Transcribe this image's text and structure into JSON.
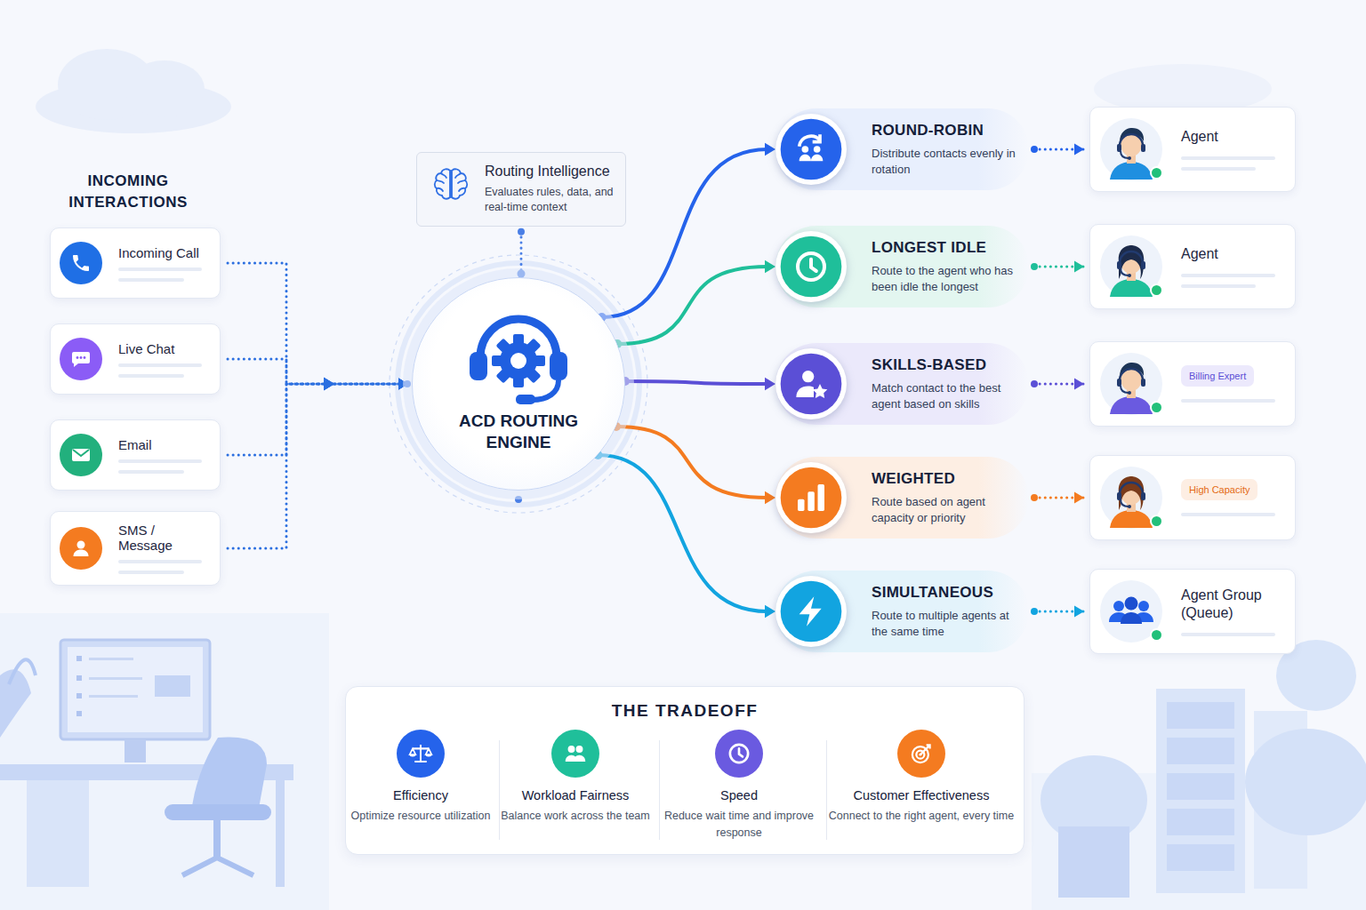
{
  "diagram": {
    "nodes": [
      {
        "text": [
          "Incoming Call"
        ]
      },
      {
        "text": [
          "Live Chat"
        ]
      },
      {
        "text": [
          "Email"
        ]
      },
      {
        "text": [
          "SMS / Message"
        ]
      },
      {
        "text": [
          "Routing Intelligence",
          "Evaluates rules, data, and real-time context"
        ]
      },
      {
        "text": [
          "ACD ROUTING ENGINE"
        ]
      },
      {
        "text": [
          "ROUND-ROBIN",
          "Distribute contacts evenly in rotation"
        ]
      },
      {
        "text": [
          "LONGEST IDLE",
          "Route to the agent who has been idle the longest"
        ]
      },
      {
        "text": [
          "SKILLS-BASED",
          "Match contact to the best agent based on skills"
        ]
      },
      {
        "text": [
          "WEIGHTED",
          "Route based on agent capacity or priority"
        ]
      },
      {
        "text": [
          "SIMULTANEOUS",
          "Route to multiple agents at the same time"
        ]
      },
      {
        "text": [
          "Agent"
        ]
      },
      {
        "text": [
          "Agent"
        ]
      },
      {
        "text": [
          "Billing Expert"
        ]
      },
      {
        "text": [
          "High Capacity"
        ]
      },
      {
        "text": [
          "Agent Group (Queue)"
        ]
      },
      {
        "text": [
          "THE TRADEOFF"
        ]
      },
      {
        "text": [
          "Efficiency",
          "Optimize resource utilization"
        ],
        "in": 16
      },
      {
        "text": [
          "Workload Fairness",
          "Balance work across the team"
        ],
        "in": 16
      },
      {
        "text": [
          "Speed",
          "Reduce wait time and improve response"
        ],
        "in": 16
      },
      {
        "text": [
          "Customer Effectiveness",
          "Connect to the right agent, every time"
        ],
        "in": 16
      }
    ],
    "edges": [
      {
        "from": 0,
        "to": 5,
        "arrow": "to"
      },
      {
        "from": 1,
        "to": 5,
        "arrow": "to"
      },
      {
        "from": 2,
        "to": 5,
        "arrow": "to"
      },
      {
        "from": 3,
        "to": 5,
        "arrow": "to"
      },
      {
        "from": 4,
        "to": 5,
        "arrow": "none"
      },
      {
        "from": 5,
        "to": 6,
        "arrow": "to"
      },
      {
        "from": 5,
        "to": 7,
        "arrow": "to"
      },
      {
        "from": 5,
        "to": 8,
        "arrow": "to"
      },
      {
        "from": 5,
        "to": 9,
        "arrow": "to"
      },
      {
        "from": 5,
        "to": 10,
        "arrow": "to"
      },
      {
        "from": 6,
        "to": 11,
        "arrow": "to"
      },
      {
        "from": 7,
        "to": 12,
        "arrow": "to"
      },
      {
        "from": 8,
        "to": 13,
        "arrow": "to"
      },
      {
        "from": 9,
        "to": 14,
        "arrow": "to"
      },
      {
        "from": 10,
        "to": 15,
        "arrow": "to"
      }
    ],
    "labels": [
      "INCOMING INTERACTIONS"
    ]
  }
}
